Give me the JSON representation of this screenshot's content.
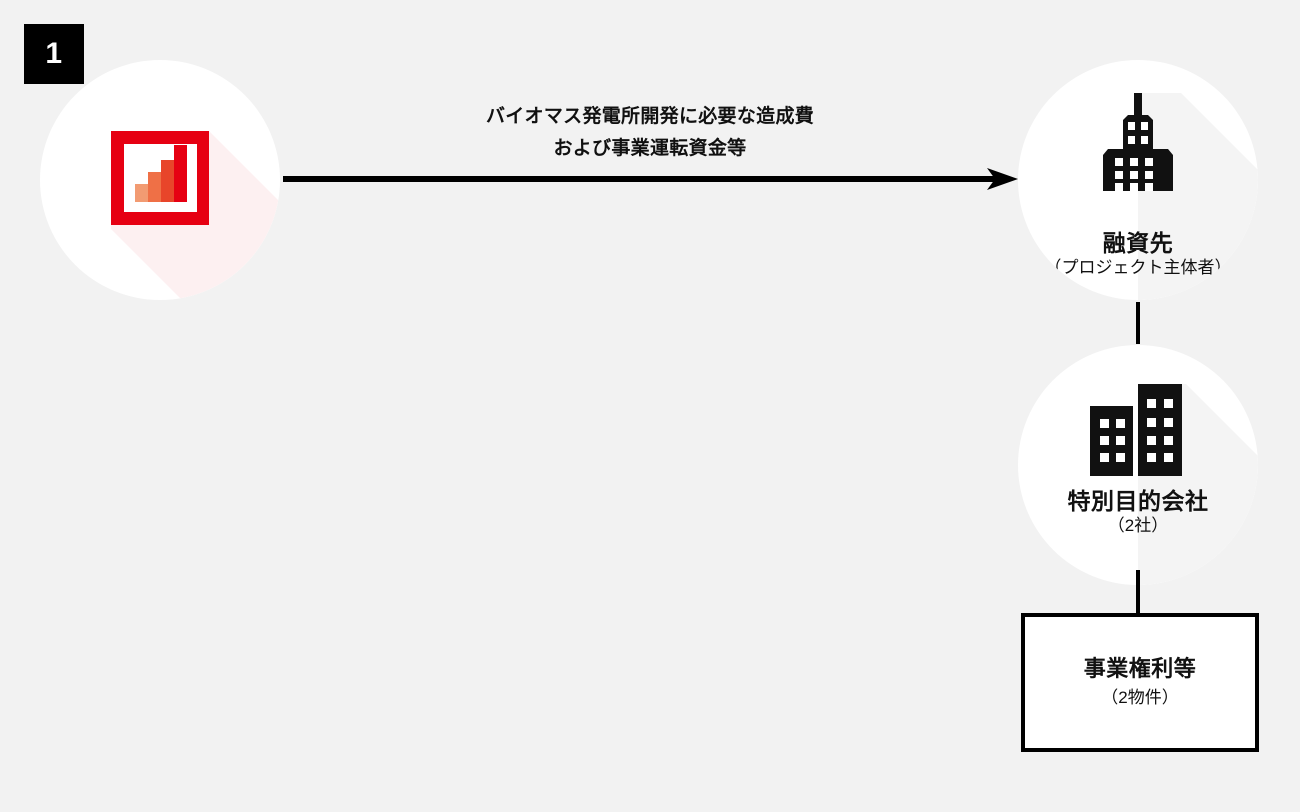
{
  "diagram": {
    "step_badge": "1",
    "background_color": "#f2f2f2",
    "accent_color": "#e60012"
  },
  "source_node": {
    "icon": "bar-chart-icon",
    "icon_frame_color": "#e60012",
    "bars": [
      {
        "color": "#f29b72"
      },
      {
        "color": "#ef7046"
      },
      {
        "color": "#e8452a"
      },
      {
        "color": "#e60012"
      }
    ]
  },
  "flow": {
    "label_line1": "バイオマス発電所開発に必要な造成費",
    "label_line2": "および事業運転資金等",
    "direction": "left-to-right"
  },
  "borrower_node": {
    "icon": "office-tower-icon",
    "title": "融資先",
    "subtitle": "（プロジェクト主体者）"
  },
  "spc_node": {
    "icon": "two-buildings-icon",
    "title": "特別目的会社",
    "subtitle": "（2社）"
  },
  "collateral_box": {
    "title": "事業権利等",
    "subtitle": "（2物件）"
  }
}
